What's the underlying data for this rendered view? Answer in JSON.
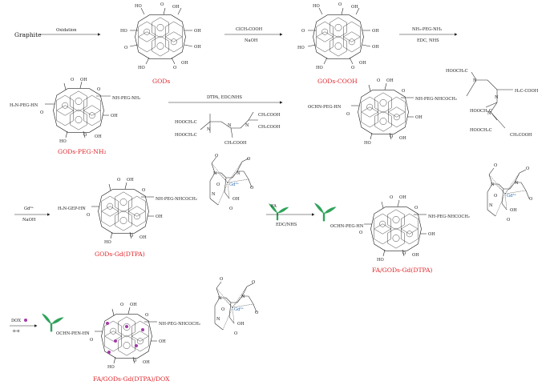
{
  "colors": {
    "product_label": "#e0242a",
    "gd_ion": "#2b6cb0",
    "folate": "#2fa35a",
    "dox": "#a33aa8",
    "ink": "#222222"
  },
  "start": {
    "label": "Graphite"
  },
  "steps": {
    "oxidation": {
      "label": "Oxidation"
    },
    "carboxylation": {
      "top": "ClCH₂COOH",
      "bottom": "NaOH"
    },
    "pegylation": {
      "top": "NH₂-PEG-NH₂",
      "bottom": "EDC, NHS"
    },
    "dtpa": {
      "top": "DTPA, EDC/NHS"
    },
    "gd": {
      "top": "Gd³⁺",
      "bottom": "NaOH"
    },
    "fa": {
      "top": "FA",
      "bottom": "EDC/NHS"
    },
    "dox": {
      "top": "DOX",
      "bottom": "π-π"
    }
  },
  "products": {
    "gods": "GODs",
    "gods_cooh": "GODs-COOH",
    "gods_peg": "GODs-PEG-NH₂",
    "gods_gd": "GODs-Gd(DTPA)",
    "fa_gods_gd": "FA/GODs-Gd(DTPA)",
    "fa_gods_gd_dox": "FA/GODs-Gd(DTPA)/DOX"
  },
  "groups": {
    "oh": "OH",
    "ho": "HO",
    "o": "O",
    "n": "N",
    "gd": "Gd³⁺",
    "hooc_ch2": "HOOCH₂C",
    "ch2_cooh": "CH₂COOH",
    "h2c_cooh": "H₂C-COOH",
    "h2n_peg_hn": "H₂N-PEG-HN",
    "nh_peg_nh2": "NH-PEG-NH₂",
    "ochn_peg_hn": "OCHN-PEG-HN",
    "nh_peg_nhcoch2": "NH-PEG-NHCOCH₂",
    "h2n_gep_hn": "H₂N-GEP-HN",
    "ochn_pen_hn": "OCHN-PEN-HN"
  }
}
